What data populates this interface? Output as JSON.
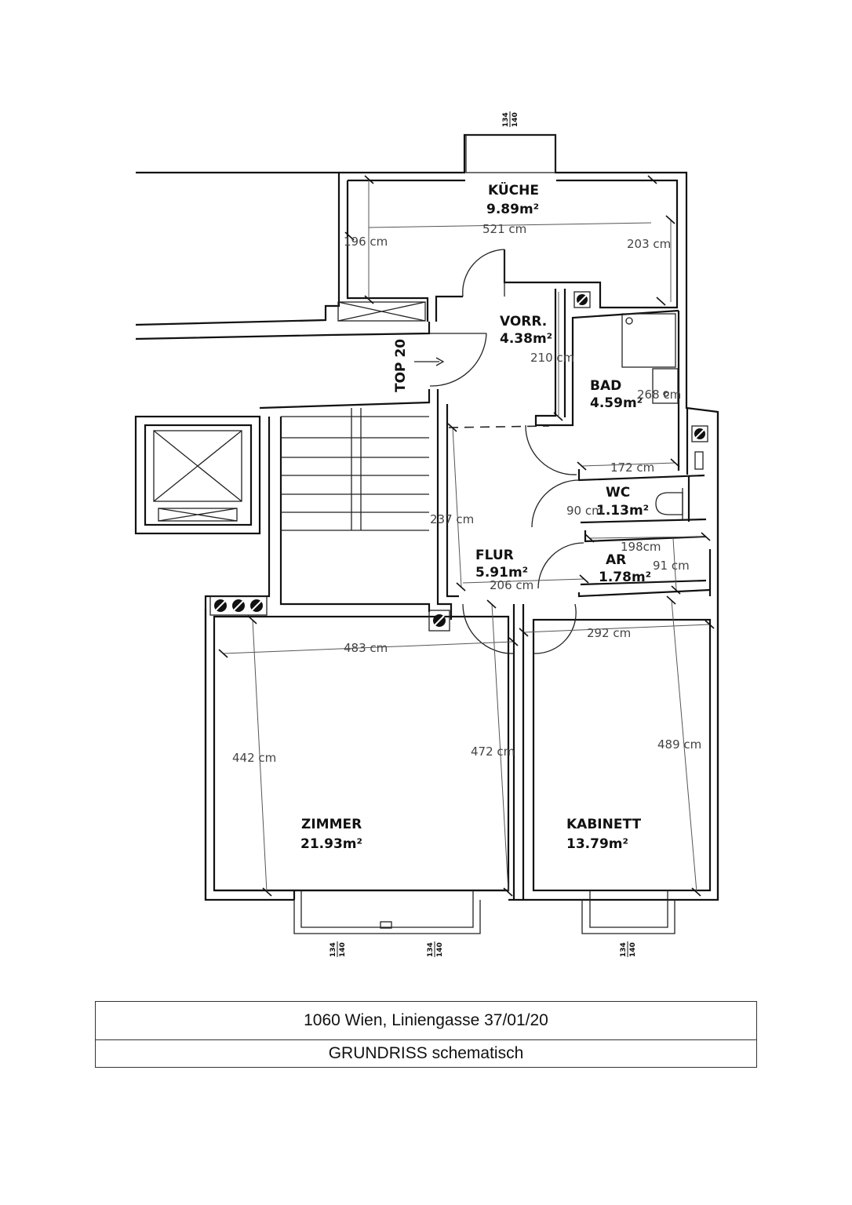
{
  "rooms": {
    "kueche": {
      "name": "KÜCHE",
      "area": "9.89m²"
    },
    "vorr": {
      "name": "VORR.",
      "area": "4.38m²"
    },
    "bad": {
      "name": "BAD",
      "area": "4.59m²"
    },
    "wc": {
      "name": "WC",
      "area": "1.13m²"
    },
    "flur": {
      "name": "FLUR",
      "area": "5.91m²"
    },
    "ar": {
      "name": "AR",
      "area": "1.78m²"
    },
    "zimmer": {
      "name": "ZIMMER",
      "area": "21.93m²"
    },
    "kabinett": {
      "name": "KABINETT",
      "area": "13.79m²"
    }
  },
  "entrance_label": "TOP 20",
  "dimensions": {
    "d521": "521 cm",
    "d196": "196 cm",
    "d203": "203 cm",
    "d210": "210 cm",
    "d268": "268 cm",
    "d172": "172 cm",
    "d90": "90 cm",
    "d237": "237 cm",
    "d198": "198cm",
    "d91": "91 cm",
    "d206": "206 cm",
    "d292": "292 cm",
    "d483": "483 cm",
    "d442": "442 cm",
    "d472": "472 cm",
    "d489": "489 cm"
  },
  "window_marks": {
    "top": "134",
    "bottom": "140"
  },
  "caption": {
    "address": "1060 Wien, Liniengasse 37/01/20",
    "subtitle": "GRUNDRISS schematisch"
  }
}
